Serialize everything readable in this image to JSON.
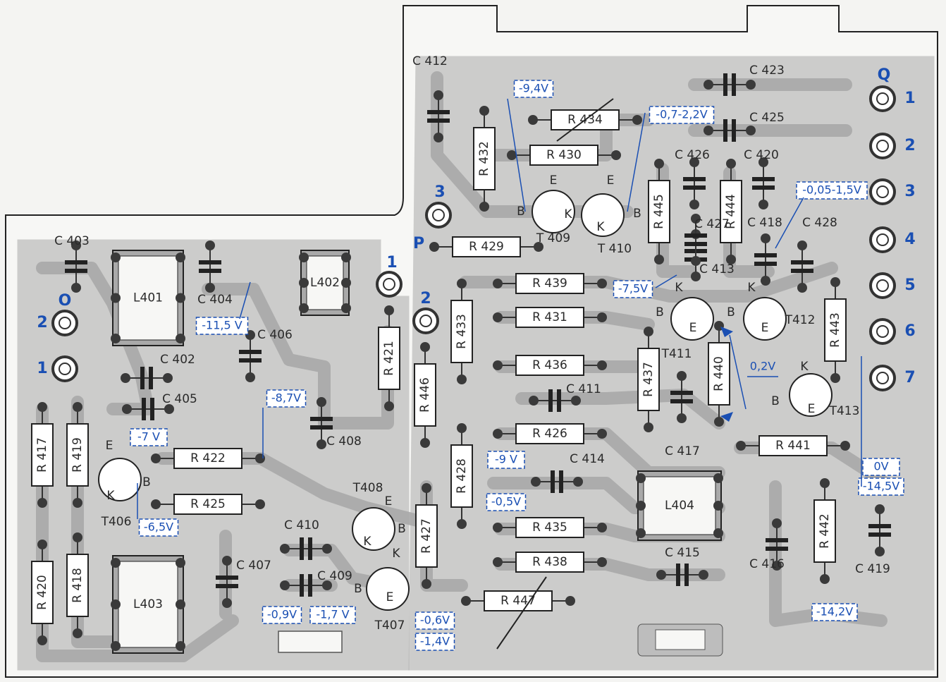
{
  "colors": {
    "board": "#f4f4f2",
    "copper": "#a9a9a9",
    "pad": "#3a3a3a",
    "blue": "#1a4fb3",
    "component": "#ffffff"
  },
  "resistors": [
    {
      "label": "R 417",
      "vertical": true
    },
    {
      "label": "R 419",
      "vertical": true
    },
    {
      "label": "R 420",
      "vertical": true
    },
    {
      "label": "R 418",
      "vertical": true
    },
    {
      "label": "R 422",
      "vertical": false
    },
    {
      "label": "R 425",
      "vertical": false
    },
    {
      "label": "R 421",
      "vertical": true
    },
    {
      "label": "R 446",
      "vertical": true
    },
    {
      "label": "R 433",
      "vertical": true
    },
    {
      "label": "R 428",
      "vertical": true
    },
    {
      "label": "R 427",
      "vertical": true
    },
    {
      "label": "R 432",
      "vertical": true
    },
    {
      "label": "R 430",
      "vertical": false
    },
    {
      "label": "R 429",
      "vertical": false
    },
    {
      "label": "R 439",
      "vertical": false
    },
    {
      "label": "R 431",
      "vertical": false
    },
    {
      "label": "R 436",
      "vertical": false
    },
    {
      "label": "R 426",
      "vertical": false
    },
    {
      "label": "R 435",
      "vertical": false
    },
    {
      "label": "R 438",
      "vertical": false
    },
    {
      "label": "R 447",
      "vertical": false
    },
    {
      "label": "R 434",
      "vertical": false
    },
    {
      "label": "R 445",
      "vertical": true
    },
    {
      "label": "R 444",
      "vertical": true
    },
    {
      "label": "R 437",
      "vertical": true
    },
    {
      "label": "R 440",
      "vertical": true
    },
    {
      "label": "R 443",
      "vertical": true
    },
    {
      "label": "R 441",
      "vertical": false
    },
    {
      "label": "R 442",
      "vertical": true
    }
  ],
  "capacitors": [
    "C 403",
    "C 404",
    "C 402",
    "C 405",
    "C 406",
    "C 408",
    "C 407",
    "C 410",
    "C 409",
    "C 412",
    "C 411",
    "C 414",
    "C 415",
    "C 416",
    "C 417",
    "C 413",
    "C 427",
    "C 426",
    "C 420",
    "C 418",
    "C 428",
    "C 423",
    "C 425",
    "C 419"
  ],
  "inductors": [
    "L401",
    "L402",
    "L403",
    "L404"
  ],
  "transistors": [
    {
      "name": "T406",
      "pins": [
        "E",
        "B",
        "K"
      ]
    },
    {
      "name": "T407",
      "pins": [
        "K",
        "B",
        "E"
      ]
    },
    {
      "name": "T408",
      "pins": [
        "E",
        "B",
        "K"
      ]
    },
    {
      "name": "T 409",
      "pins": [
        "B",
        "E",
        "K"
      ]
    },
    {
      "name": "T 410",
      "pins": [
        "E",
        "B",
        "K"
      ]
    },
    {
      "name": "T411",
      "pins": [
        "K",
        "B",
        "E"
      ]
    },
    {
      "name": "T412",
      "pins": [
        "K",
        "B",
        "E"
      ]
    },
    {
      "name": "T413",
      "pins": [
        "K",
        "B",
        "E"
      ]
    }
  ],
  "voltages": [
    "-11,5 V",
    "-8,7V",
    "-7 V",
    "-6,5V",
    "-0,9V",
    "-1,7 V",
    "-0,6V",
    "-1,4V",
    "-9 V",
    "-0,5V",
    "-9,4V",
    "-0,7-2,2V",
    "-7,5V",
    "-0,05-1,5V",
    "0,2V",
    "0V",
    "-14,5V",
    "-14,2V"
  ],
  "connectors": {
    "O": {
      "title": "O",
      "pins": [
        "2",
        "1"
      ]
    },
    "P": {
      "title": "P",
      "pins": [
        "3",
        "1",
        "2"
      ]
    },
    "Q": {
      "title": "Q",
      "pins": [
        "1",
        "2",
        "3",
        "4",
        "5",
        "6",
        "7"
      ]
    }
  }
}
